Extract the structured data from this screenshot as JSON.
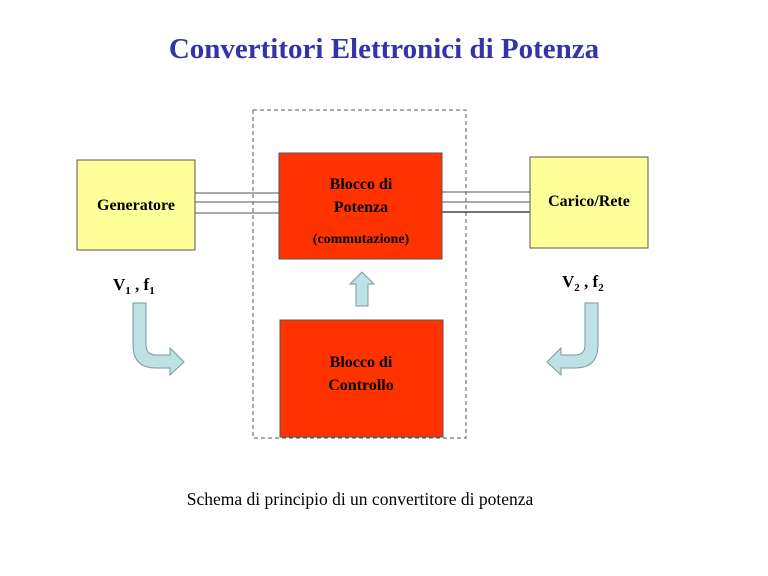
{
  "title": "Convertitori Elettronici di Potenza",
  "generator": {
    "label": "Generatore"
  },
  "power_block": {
    "line1": "Blocco di",
    "line2": "Potenza",
    "line3": "(commutazione)"
  },
  "load": {
    "label": "Carico/Rete"
  },
  "control_block": {
    "line1": "Blocco di",
    "line2": "Controllo"
  },
  "input_params": {
    "v": "V",
    "v_sub": "1",
    "sep": " , ",
    "f": "f",
    "f_sub": "1"
  },
  "output_params": {
    "v": "V",
    "v_sub": "2",
    "sep": " , ",
    "f": "f",
    "f_sub": "2"
  },
  "caption": "Schema di principio di un convertitore di potenza",
  "colors": {
    "title": "#3333aa",
    "block_red": "#ff3300",
    "block_yellow": "#ffff99",
    "arrow": "#bfe0e4"
  }
}
